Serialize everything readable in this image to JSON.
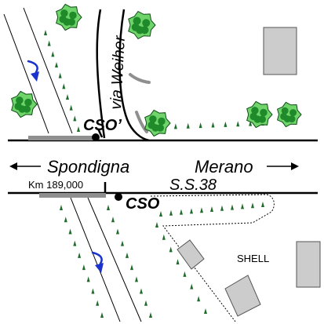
{
  "labels": {
    "via_weiher": "via Weiher",
    "cso_prime": "CSO’",
    "cso": "CSO",
    "spondigna": "Spondigna",
    "merano": "Merano",
    "ss38": "S.S.38",
    "km": "Km 189,000",
    "shell": "SHELL"
  },
  "directions": {
    "left": "Spondigna",
    "right": "Merano",
    "stream_flow": "downstream"
  },
  "colors": {
    "road": "#000000",
    "stream_arrow": "#1a33cc",
    "vegetation": "#1e6b2a",
    "tree_light": "#6fd46a",
    "tree_dark": "#1f8a2a",
    "building": "#cccccc",
    "culvert": "#8f8f8f"
  },
  "icons": [
    "tree-icon",
    "grass-tuft-icon",
    "flow-arrow-icon",
    "manhole-dot-icon",
    "building-icon"
  ]
}
